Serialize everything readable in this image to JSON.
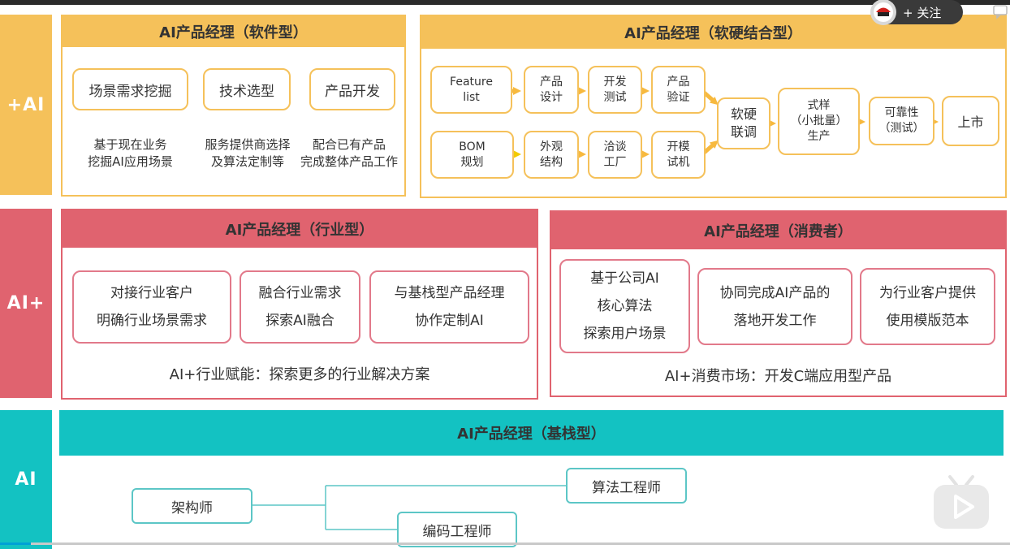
{
  "layers": {
    "plus_ai": "+AI",
    "ai_plus": "AI+",
    "ai": "AI"
  },
  "software": {
    "title": "AI产品经理（软件型）",
    "boxes": [
      "场景需求挖掘",
      "技术选型",
      "产品开发"
    ],
    "descs": [
      [
        "基于现在业务",
        "挖掘AI应用场景"
      ],
      [
        "服务提供商选择",
        "及算法定制等"
      ],
      [
        "配合已有产品",
        "完成整体产品工作"
      ]
    ]
  },
  "hardware": {
    "title": "AI产品经理（软硬结合型）",
    "row1": [
      [
        "Feature",
        "list"
      ],
      [
        "产品",
        "设计"
      ],
      [
        "开发",
        "测试"
      ],
      [
        "产品",
        "验证"
      ]
    ],
    "row2": [
      [
        "BOM",
        "规划"
      ],
      [
        "外观",
        "结构"
      ],
      [
        "洽谈",
        "工厂"
      ],
      [
        "开模",
        "试机"
      ]
    ],
    "merge": [
      "软硬",
      "联调"
    ],
    "pilot": [
      "式样",
      "（小批量）",
      "生产"
    ],
    "reliability": [
      "可靠性",
      "（测试）"
    ],
    "launch": "上市"
  },
  "industry": {
    "title": "AI产品经理（行业型）",
    "boxes": [
      [
        "对接行业客户",
        "明确行业场景需求"
      ],
      [
        "融合行业需求",
        "探索AI融合"
      ],
      [
        "与基栈型产品经理",
        "协作定制AI"
      ]
    ],
    "footer": "AI+行业赋能：探索更多的行业解决方案"
  },
  "consumer": {
    "title": "AI产品经理（消费者）",
    "boxes": [
      [
        "基于公司AI",
        "核心算法",
        "探索用户场景"
      ],
      [
        "协同完成AI产品的",
        "落地开发工作"
      ],
      [
        "为行业客户提供",
        "使用模版范本"
      ]
    ],
    "footer": "AI+消费市场：开发C端应用型产品"
  },
  "stack": {
    "title": "AI产品经理（基栈型）",
    "architect": "架构师",
    "algorithm": "算法工程师",
    "coder": "编码工程师"
  },
  "player": {
    "follow_label": "+ 关注"
  },
  "colors": {
    "yellow": "#f5c15a",
    "pink": "#e0636f",
    "teal": "#13c2c2",
    "arrow": "#f7b93e"
  }
}
